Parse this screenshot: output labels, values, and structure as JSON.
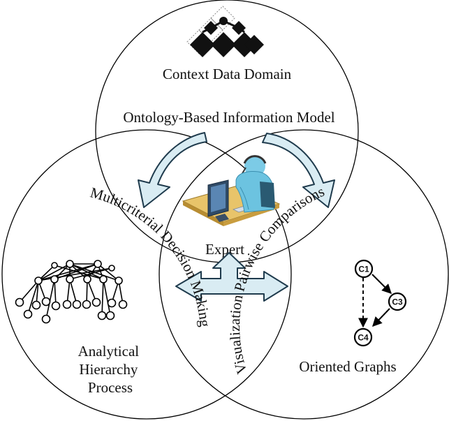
{
  "circles": {
    "top": {
      "title": "Context Data Domain",
      "subtitle": "Ontology-Based Information Model"
    },
    "left": {
      "arc_label": "Multicriterial Decision Making",
      "caption_lines": [
        "Analytical",
        "Hierarchy",
        "Process"
      ]
    },
    "right": {
      "arc_label": "Visualization Pairwise Comparisons",
      "caption": "Oriented Graphs"
    }
  },
  "center": {
    "label": "Expert"
  },
  "oriented_graph": {
    "nodes": [
      "C1",
      "C3",
      "C4"
    ],
    "edges": [
      {
        "from": "C1",
        "to": "C3",
        "style": "solid"
      },
      {
        "from": "C3",
        "to": "C4",
        "style": "solid"
      },
      {
        "from": "C1",
        "to": "C4",
        "style": "dashed"
      }
    ]
  },
  "icons": [
    "domain-lattice-icon",
    "expert-workstation-icon",
    "hierarchy-tree-icon"
  ],
  "colors": {
    "arrow_fill": "#d9ecf3",
    "arrow_stroke": "#1f3b4d",
    "desk": "#e8c46a",
    "person": "#6cc3e0"
  }
}
